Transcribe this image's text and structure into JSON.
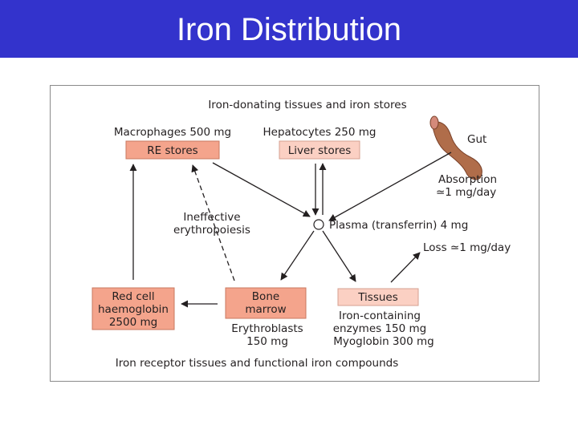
{
  "title": "Iron Distribution",
  "colors": {
    "title_bar": "#3333cc",
    "salmon_box": "#f4a48c",
    "light_box": "#fbd0c3",
    "gut": "#b06d4a",
    "ink": "#231f20"
  },
  "diagram": {
    "header_top": "Iron-donating tissues and iron stores",
    "header_bottom": "Iron receptor tissues and functional iron compounds",
    "macrophages": "Macrophages 500 mg",
    "re_stores": "RE stores",
    "hepatocytes": "Hepatocytes 250 mg",
    "liver_stores": "Liver stores",
    "gut": "Gut",
    "absorption": {
      "line1": "Absorption",
      "line2": "≃1 mg/day"
    },
    "ineffective": {
      "line1": "Ineffective",
      "line2": "erythropoiesis"
    },
    "plasma": "Plasma (transferrin) 4 mg",
    "loss": "Loss ≃1 mg/day",
    "red_cell": {
      "line1": "Red cell",
      "line2": "haemoglobin",
      "line3": "2500 mg"
    },
    "bone_marrow": {
      "line1": "Bone",
      "line2": "marrow"
    },
    "erythroblasts": {
      "line1": "Erythroblasts",
      "line2": "150 mg"
    },
    "tissues": "Tissues",
    "iron_containing": {
      "line1": "Iron-containing",
      "line2": "enzymes 150 mg",
      "line3": "Myoglobin 300 mg"
    }
  }
}
